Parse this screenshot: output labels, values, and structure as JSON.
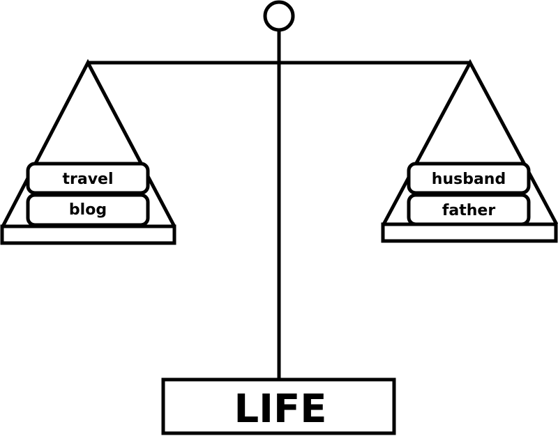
{
  "diagram": {
    "left_pan": {
      "items": [
        "travel",
        "blog"
      ]
    },
    "right_pan": {
      "items": [
        "husband",
        "father"
      ]
    },
    "base_label": "LIFE",
    "colors": {
      "stroke": "#000000",
      "background": "#ffffff"
    }
  }
}
